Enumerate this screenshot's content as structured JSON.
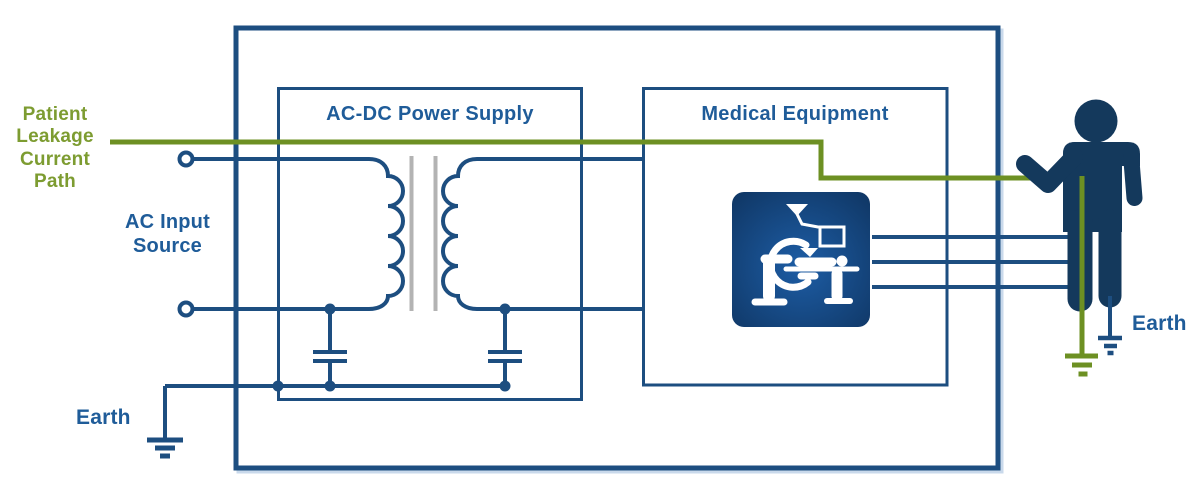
{
  "diagram_title": "Patient Leakage Current Path",
  "labels": {
    "patient_leakage": "Patient\nLeakage\nCurrent\nPath",
    "ac_input": "AC Input\nSource",
    "earth_left": "Earth",
    "earth_right": "Earth",
    "power_supply_box": "AC-DC Power Supply",
    "medical_equipment_box": "Medical Equipment"
  },
  "icons": {
    "medical_icon": "c-arm-xray-machine-icon",
    "patient_icon": "standing-person-silhouette",
    "ground_icons": [
      "earth-ground-symbol-left",
      "earth-ground-symbol-green",
      "earth-ground-symbol-blue"
    ],
    "transformer": "isolation-transformer-symbol",
    "capacitors": [
      "y-capacitor-primary",
      "y-capacitor-secondary"
    ],
    "terminals": [
      "ac-line-terminal",
      "ac-neutral-terminal"
    ]
  },
  "colors": {
    "line_blue": "#1d4e80",
    "title_blue": "#1f5c99",
    "navy": "#14395c",
    "wire_green": "#6d9023",
    "label_green": "#7d9c31",
    "core_gray": "#b3b3b3",
    "icon_center": "#1d5da5",
    "icon_edge": "#0f3562",
    "shadow_blue": "#c9d9eb",
    "white": "#ffffff"
  }
}
